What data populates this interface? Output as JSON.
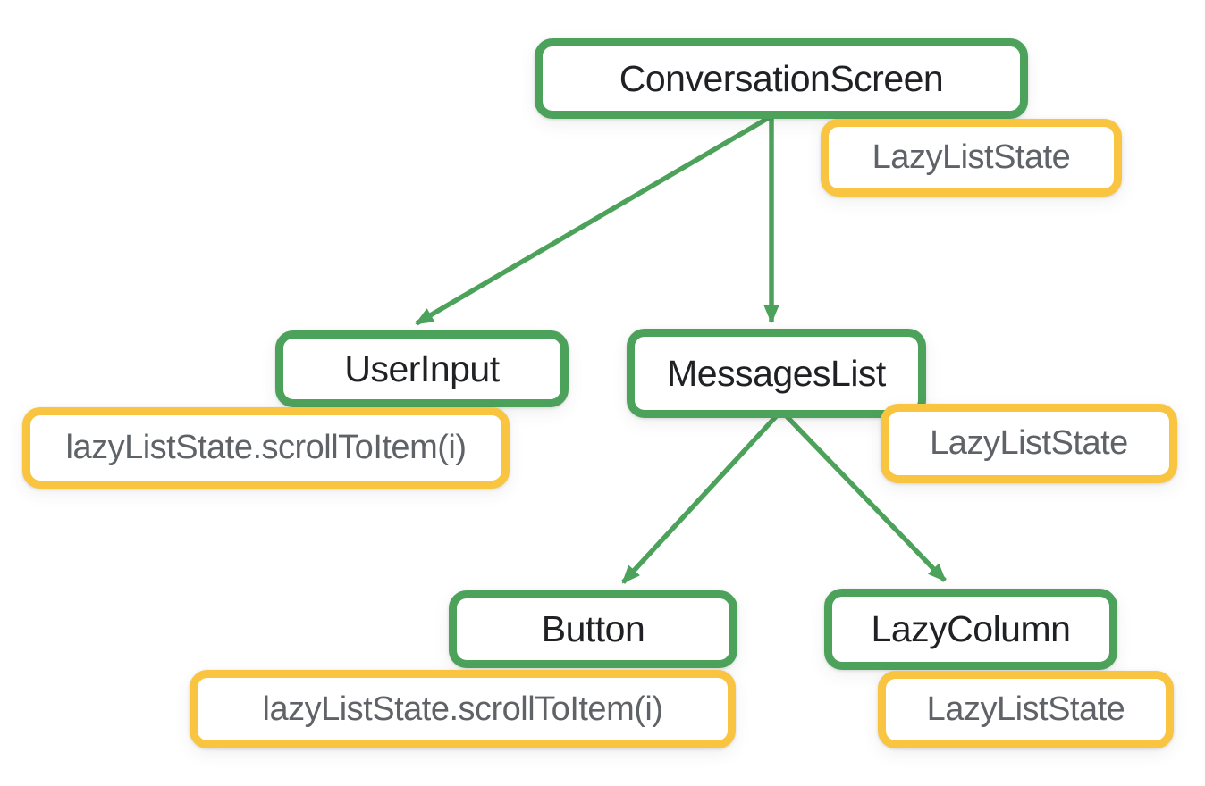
{
  "diagram": {
    "description": "Component tree showing state hoisting of LazyListState from ConversationScreen down to UserInput, MessagesList, Button and LazyColumn",
    "colors": {
      "component_border": "#4DA25B",
      "state_border": "#F9C440",
      "component_text": "#202124",
      "state_text": "#5F6368",
      "node_background": "#FFFFFF",
      "canvas_background": "#FFFFFF"
    },
    "nodes": {
      "conversation_screen": {
        "label": "ConversationScreen",
        "kind": "composable"
      },
      "conversation_screen_state": {
        "label": "LazyListState",
        "kind": "state"
      },
      "user_input": {
        "label": "UserInput",
        "kind": "composable"
      },
      "user_input_state": {
        "label": "lazyListState.scrollToItem(i)",
        "kind": "state"
      },
      "messages_list": {
        "label": "MessagesList",
        "kind": "composable"
      },
      "messages_list_state": {
        "label": "LazyListState",
        "kind": "state"
      },
      "button": {
        "label": "Button",
        "kind": "composable"
      },
      "button_state": {
        "label": "lazyListState.scrollToItem(i)",
        "kind": "state"
      },
      "lazy_column": {
        "label": "LazyColumn",
        "kind": "composable"
      },
      "lazy_column_state": {
        "label": "LazyListState",
        "kind": "state"
      }
    },
    "edges": [
      {
        "from": "conversation_screen",
        "to": "user_input"
      },
      {
        "from": "conversation_screen",
        "to": "messages_list"
      },
      {
        "from": "messages_list",
        "to": "button"
      },
      {
        "from": "messages_list",
        "to": "lazy_column"
      }
    ]
  }
}
